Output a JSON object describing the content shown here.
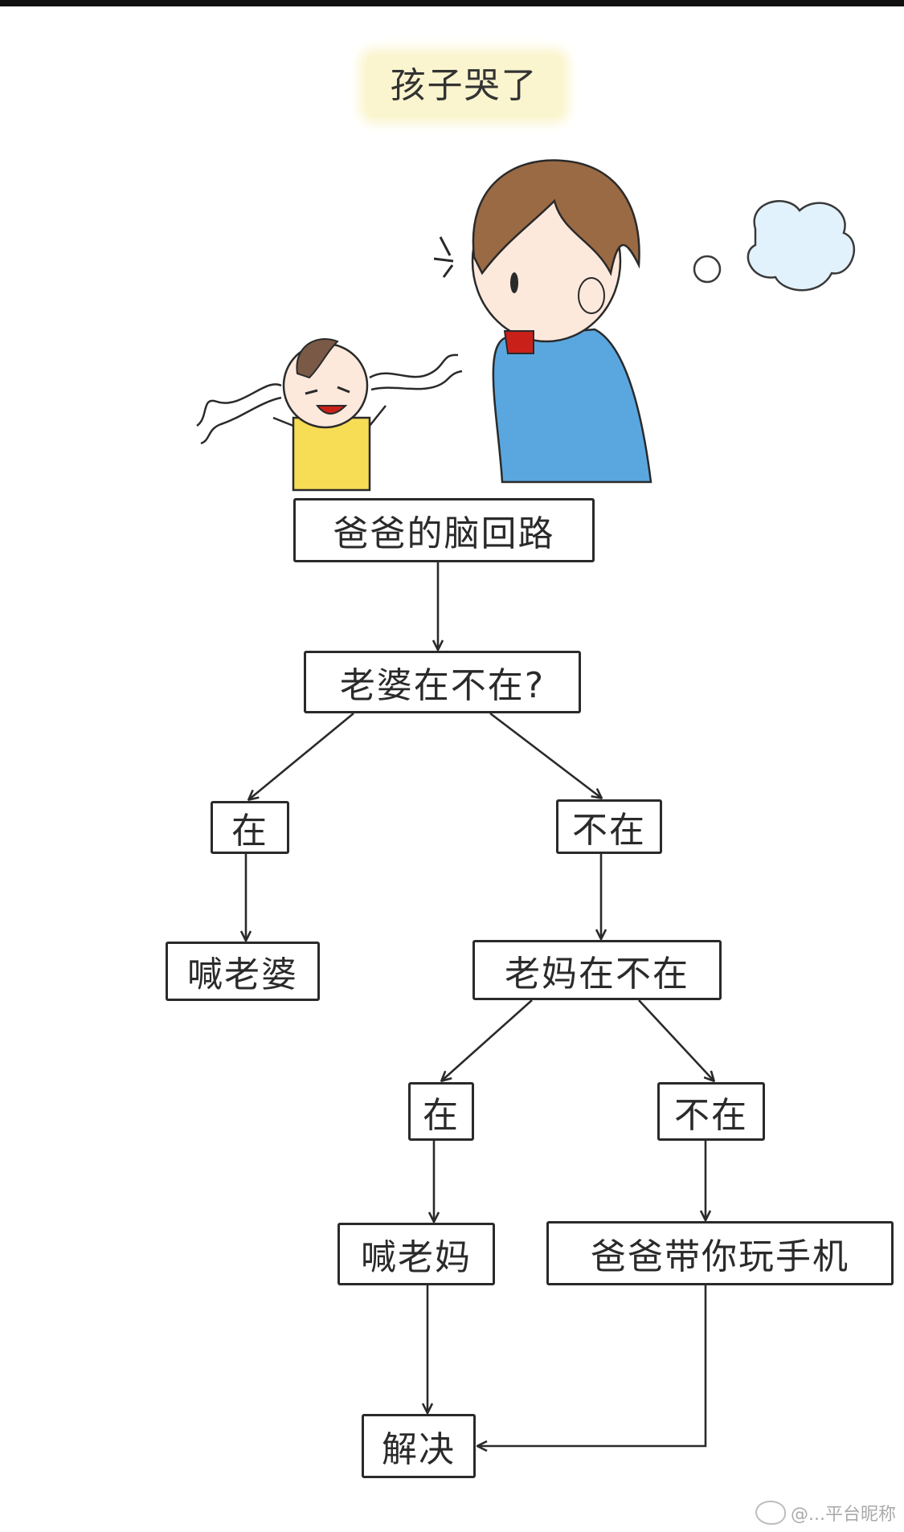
{
  "title": "孩子哭了",
  "nodes": {
    "root": "爸爸的脑回路",
    "q1": "老婆在不在?",
    "q1_yes": "在",
    "q1_no": "不在",
    "call_wife": "喊老婆",
    "q2": "老妈在不在",
    "q2_yes": "在",
    "q2_no": "不在",
    "call_mom": "喊老妈",
    "phone": "爸爸带你玩手机",
    "resolved": "解决"
  },
  "illustration": {
    "dad": {
      "hair_color": "#9a6a44",
      "shirt_color": "#5aa7e0"
    },
    "child": {
      "shirt_color": "#f7dc55",
      "hair_color": "#7a5a46"
    }
  },
  "watermark": "@...平台昵称"
}
